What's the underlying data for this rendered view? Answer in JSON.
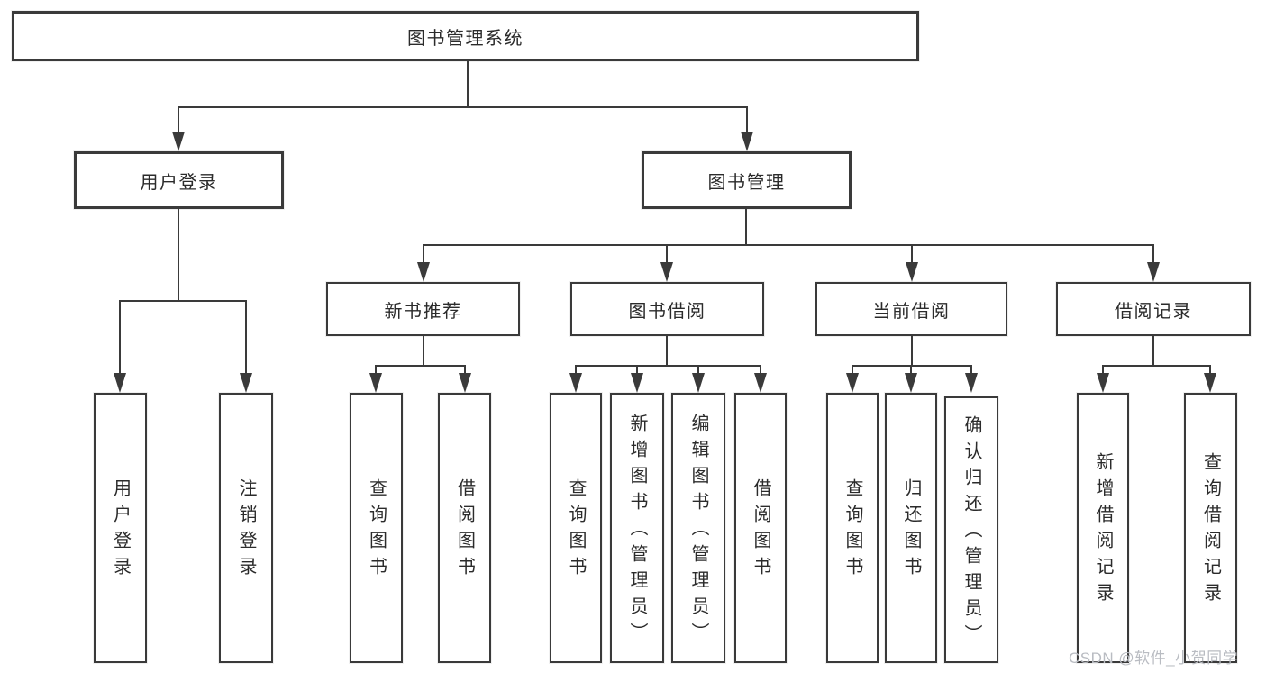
{
  "tree": {
    "root": {
      "label": "图书管理系统"
    },
    "branches": [
      {
        "label": "用户登录",
        "children": [
          {
            "label": "用户登录"
          },
          {
            "label": "注销登录"
          }
        ]
      },
      {
        "label": "图书管理",
        "children": [
          {
            "label": "新书推荐",
            "children": [
              {
                "label": "查询图书"
              },
              {
                "label": "借阅图书"
              }
            ]
          },
          {
            "label": "图书借阅",
            "children": [
              {
                "label": "查询图书"
              },
              {
                "label": "新增图书（管理员）"
              },
              {
                "label": "编辑图书（管理员）"
              },
              {
                "label": "借阅图书"
              }
            ]
          },
          {
            "label": "当前借阅",
            "children": [
              {
                "label": "查询图书"
              },
              {
                "label": "归还图书"
              },
              {
                "label": "确认归还（管理员）"
              }
            ]
          },
          {
            "label": "借阅记录",
            "children": [
              {
                "label": "新增借阅记录"
              },
              {
                "label": "查询借阅记录"
              }
            ]
          }
        ]
      }
    ]
  },
  "watermark": {
    "text": "CSDN @软件_小贺同学",
    "color": "#b9bcc2"
  },
  "colors": {
    "line": "#3a3a3a",
    "box_background": "#ffffff",
    "text": "#2b2b2b"
  }
}
